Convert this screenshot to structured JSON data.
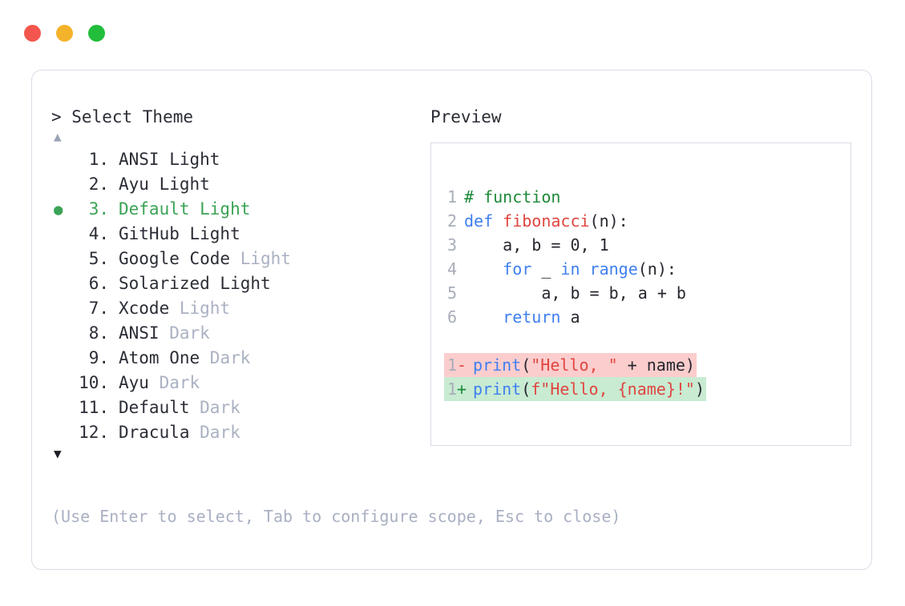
{
  "window": {
    "traffic_lights": [
      {
        "name": "close",
        "color": "#f2564e"
      },
      {
        "name": "minimize",
        "color": "#f5b32b"
      },
      {
        "name": "maximize",
        "color": "#21bd3b"
      }
    ]
  },
  "picker": {
    "prompt": "> Select Theme",
    "scroll_up_glyph": "▲",
    "scroll_down_glyph": "▼",
    "selected_bullet": "●",
    "selected_index": 3,
    "items": [
      {
        "number": " 1.",
        "name": "ANSI Light",
        "variant": "",
        "selected": false
      },
      {
        "number": " 2.",
        "name": "Ayu Light",
        "variant": "",
        "selected": false
      },
      {
        "number": " 3.",
        "name": "Default Light",
        "variant": "",
        "selected": true
      },
      {
        "number": " 4.",
        "name": "GitHub Light",
        "variant": "",
        "selected": false
      },
      {
        "number": " 5.",
        "name": "Google Code ",
        "variant": "Light",
        "selected": false
      },
      {
        "number": " 6.",
        "name": "Solarized Light",
        "variant": "",
        "selected": false
      },
      {
        "number": " 7.",
        "name": "Xcode ",
        "variant": "Light",
        "selected": false
      },
      {
        "number": " 8.",
        "name": "ANSI ",
        "variant": "Dark",
        "selected": false
      },
      {
        "number": " 9.",
        "name": "Atom One ",
        "variant": "Dark",
        "selected": false
      },
      {
        "number": "10.",
        "name": "Ayu ",
        "variant": "Dark",
        "selected": false
      },
      {
        "number": "11.",
        "name": "Default ",
        "variant": "Dark",
        "selected": false
      },
      {
        "number": "12.",
        "name": "Dracula ",
        "variant": "Dark",
        "selected": false
      }
    ],
    "footer_hint": "(Use Enter to select, Tab to configure scope, Esc to close)"
  },
  "preview": {
    "label": "Preview",
    "code_lines": [
      {
        "ln": "1",
        "tokens": [
          {
            "t": "# function",
            "c": "comment"
          }
        ]
      },
      {
        "ln": "2",
        "tokens": [
          {
            "t": "def ",
            "c": "keyword"
          },
          {
            "t": "fibonacci",
            "c": "func"
          },
          {
            "t": "(n):",
            "c": "plain"
          }
        ]
      },
      {
        "ln": "3",
        "tokens": [
          {
            "t": "    a, b = 0, 1",
            "c": "plain"
          }
        ]
      },
      {
        "ln": "4",
        "tokens": [
          {
            "t": "    ",
            "c": "plain"
          },
          {
            "t": "for",
            "c": "keyword"
          },
          {
            "t": " _ ",
            "c": "plain"
          },
          {
            "t": "in range",
            "c": "keyword"
          },
          {
            "t": "(n):",
            "c": "plain"
          }
        ]
      },
      {
        "ln": "5",
        "tokens": [
          {
            "t": "        a, b = b, a + b",
            "c": "plain"
          }
        ]
      },
      {
        "ln": "6",
        "tokens": [
          {
            "t": "    ",
            "c": "plain"
          },
          {
            "t": "return",
            "c": "keyword"
          },
          {
            "t": " a",
            "c": "plain"
          }
        ]
      }
    ],
    "diff_lines": [
      {
        "ln": "1",
        "marker": "-",
        "kind": "del",
        "tokens": [
          {
            "t": "print",
            "c": "keyword"
          },
          {
            "t": "(",
            "c": "plain"
          },
          {
            "t": "\"Hello, \"",
            "c": "string"
          },
          {
            "t": " + name)",
            "c": "plain"
          }
        ]
      },
      {
        "ln": "1",
        "marker": "+",
        "kind": "add",
        "tokens": [
          {
            "t": "print",
            "c": "keyword"
          },
          {
            "t": "(",
            "c": "plain"
          },
          {
            "t": "f\"Hello, {name}!\"",
            "c": "string"
          },
          {
            "t": ")",
            "c": "plain"
          }
        ]
      }
    ]
  },
  "colors": {
    "accent_green": "#3aa355",
    "comment": "#1d8a38",
    "keyword": "#3f7ff0",
    "string": "#e0453f",
    "muted": "#aab1c2",
    "diff_del_bg": "#fbcdcd",
    "diff_add_bg": "#c8ebd2"
  }
}
